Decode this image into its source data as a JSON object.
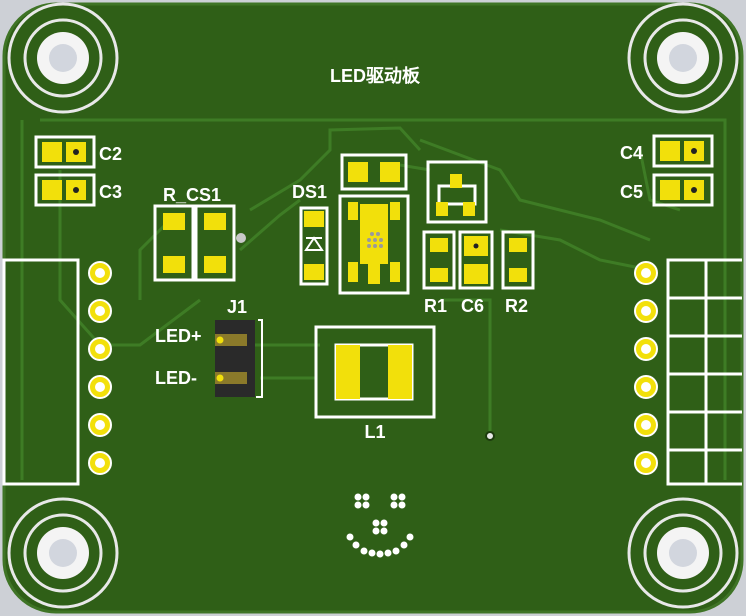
{
  "board": {
    "title": "LED驱动板",
    "colors": {
      "background": "#cdd0d6",
      "board": "#2f5f17",
      "board_edge": "#3f7426",
      "trace": "#3e7c25",
      "silkscreen": "#ffffff",
      "pad": "#f2e00b",
      "hole": "#e8e8e8",
      "connector": "#2a2a2a"
    }
  },
  "components": {
    "c2": "C2",
    "c3": "C3",
    "c4": "C4",
    "c5": "C5",
    "r_cs1": "R_CS1",
    "ds1": "DS1",
    "j1": "J1",
    "led_plus": "LED+",
    "led_minus": "LED-",
    "l1": "L1",
    "r1": "R1",
    "c6": "C6",
    "r2": "R2"
  },
  "icons": {
    "mounting_holes": [
      "mounting-hole-icon",
      "mounting-hole-icon",
      "mounting-hole-icon",
      "mounting-hole-icon"
    ],
    "diode": "diode-icon",
    "smiley": "smiley-face-icon"
  }
}
